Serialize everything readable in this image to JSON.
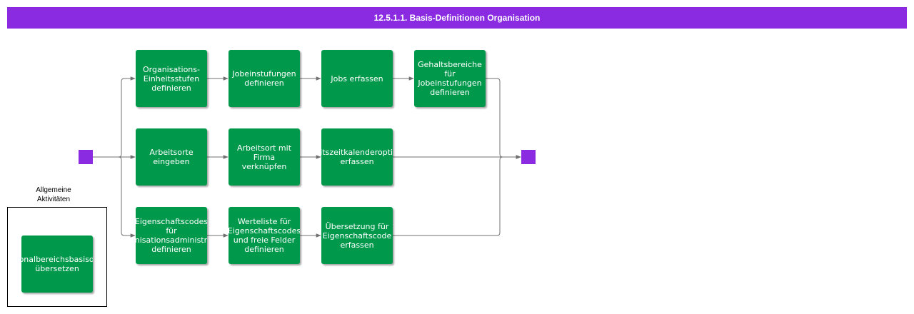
{
  "title": "12.5.1.1. Basis-Definitionen Organisation",
  "colors": {
    "title_bar": "#8a2be2",
    "node_fill": "#00994c",
    "event_fill": "#8a2be2",
    "edge": "#707070"
  },
  "events": {
    "start": "start-event",
    "end": "end-event"
  },
  "nodes": {
    "org_levels": "Organisations-\nEinheitsstufen\ndefinieren",
    "job_grades": "Jobeinstufungen\ndefinieren",
    "jobs": "Jobs erfassen",
    "salary_ranges": "Gehaltsbereiche\nfür\nJobeinstufungen\ndefinieren",
    "work_locations": "Arbeitsorte\neingeben",
    "location_company": "Arbeitsort mit\nFirma\nverknüpfen",
    "calendar_options": "Arbeitszeitkalenderoptionen\nerfassen",
    "property_codes": "Eigenschaftscodes\nfür\nOrganisationsadministration\ndefinieren",
    "value_lists": "Werteliste für\nEigenschaftscodes\nund freie Felder\ndefinieren",
    "translation": "Übersetzung für\nEigenschaftscode\nerfassen",
    "translate_basis": "Personalbereichsbasisdaten\nübersetzen"
  },
  "group": {
    "label": "Allgemeine\nAktivitäten"
  }
}
